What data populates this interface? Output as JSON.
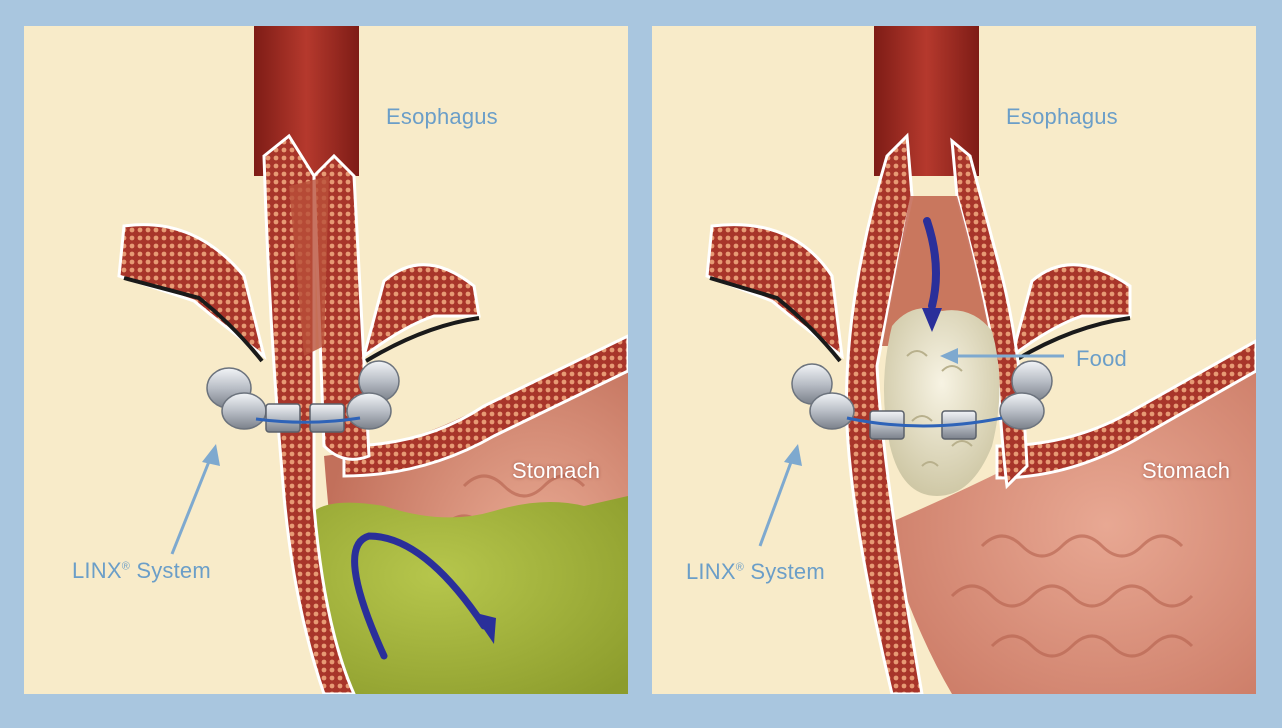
{
  "panels": [
    {
      "esophagus_label": "Esophagus",
      "stomach_label": "Stomach",
      "linx_label": "LINX",
      "linx_mark": "®",
      "linx_suffix": " System"
    },
    {
      "esophagus_label": "Esophagus",
      "stomach_label": "Stomach",
      "linx_label": "LINX",
      "linx_mark": "®",
      "linx_suffix": " System",
      "food_label": "Food"
    }
  ],
  "colors": {
    "background": "#a9c6df",
    "panel": "#f8ebc9",
    "esophagus": "#9c2a22",
    "muscle": "#d87a5a",
    "stomach_lining": "#d6937c",
    "acid": "#a7b93e",
    "food": "#ece6cf",
    "arrow_flow": "#2a2f9a",
    "pointer": "#7ea9cf",
    "label": "#6b9ec8"
  }
}
